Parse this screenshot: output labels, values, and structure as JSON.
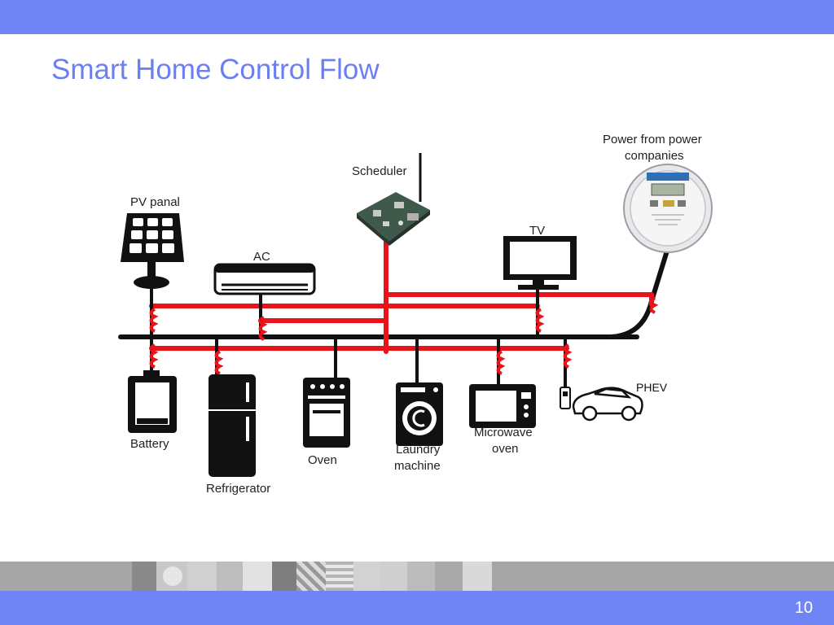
{
  "slide": {
    "title": "Smart Home Control Flow",
    "page_number": "10"
  },
  "diagram": {
    "labels": {
      "pv_panel": "PV panal",
      "ac": "AC",
      "scheduler": "Scheduler",
      "tv": "TV",
      "power_line1": "Power from power",
      "power_line2": "companies",
      "battery": "Battery",
      "refrigerator": "Refrigerator",
      "oven": "Oven",
      "laundry_line1": "Laundry",
      "laundry_line2": "machine",
      "microwave_line1": "Microwave",
      "microwave_line2": "oven",
      "phev": "PHEV"
    },
    "colors": {
      "control_line": "#e8141a",
      "power_bus": "#111111",
      "accent_bar": "#7085f5",
      "title": "#6b7ff2"
    }
  }
}
